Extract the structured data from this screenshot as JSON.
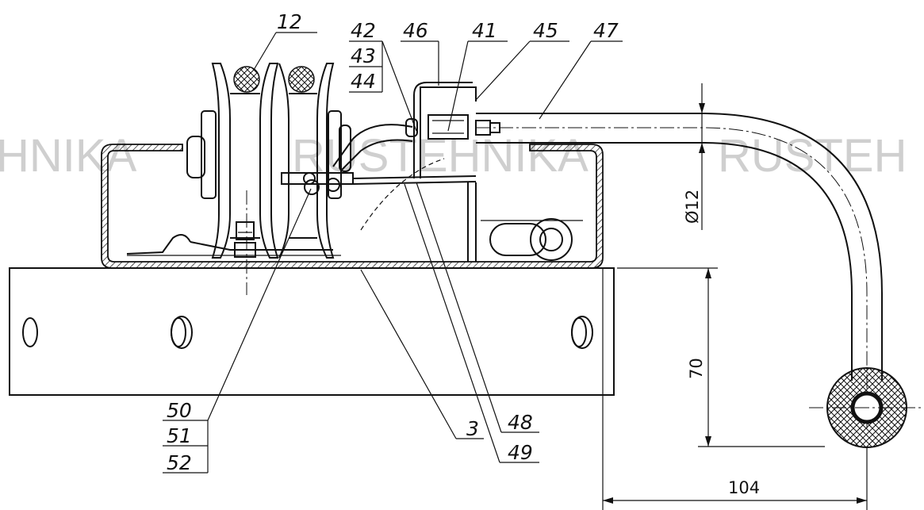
{
  "callouts": {
    "c12": "12",
    "c42": "42",
    "c43": "43",
    "c44": "44",
    "c46": "46",
    "c41": "41",
    "c45": "45",
    "c47": "47",
    "c50": "50",
    "c51": "51",
    "c52": "52",
    "c3": "3",
    "c48": "48",
    "c49": "49"
  },
  "dimensions": {
    "diameter": "Ø12",
    "height": "70",
    "width": "104"
  },
  "watermark": {
    "left": "HNIKA",
    "middle": "RUSTEHNIKA",
    "right": "RUSTEH"
  }
}
